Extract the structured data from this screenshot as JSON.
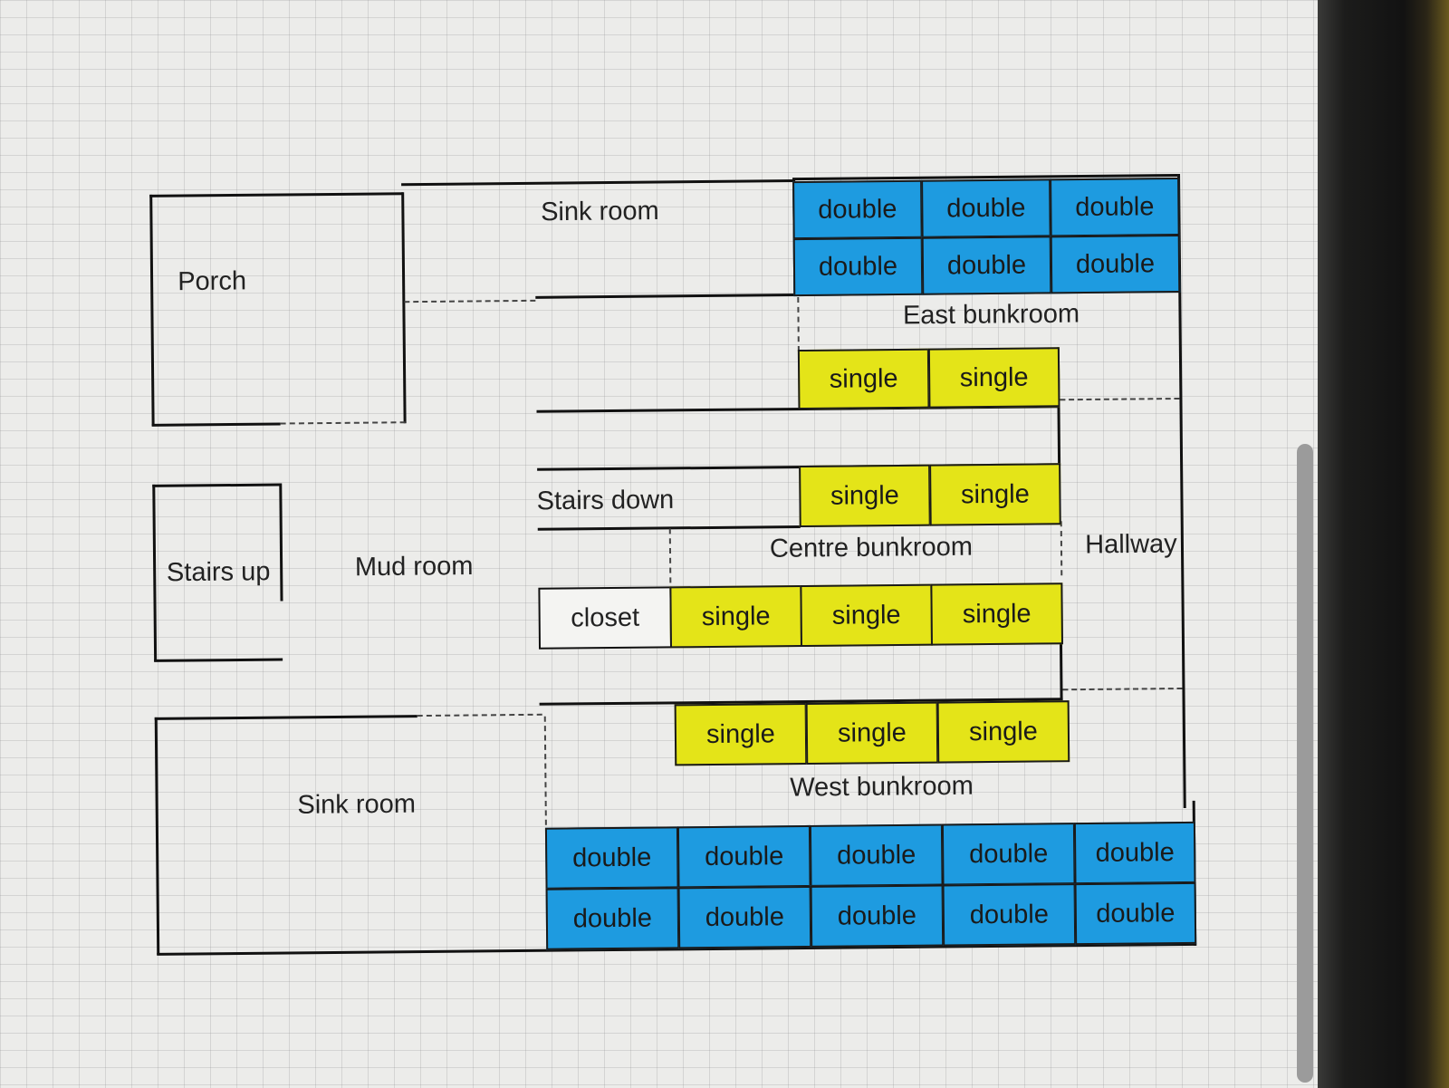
{
  "rooms": {
    "porch": "Porch",
    "sink_room_north": "Sink room",
    "east_bunkroom": "East bunkroom",
    "stairs_down": "Stairs down",
    "stairs_up": "Stairs up",
    "mud_room": "Mud room",
    "centre_bunkroom": "Centre bunkroom",
    "hallway": "Hallway",
    "closet": "closet",
    "sink_room_south": "Sink room",
    "west_bunkroom": "West bunkroom"
  },
  "beds": {
    "double_label": "double",
    "single_label": "single",
    "east_doubles": [
      "double",
      "double",
      "double",
      "double",
      "double",
      "double"
    ],
    "east_singles": [
      "single",
      "single"
    ],
    "centre_singles_top": [
      "single",
      "single"
    ],
    "centre_singles_bottom": [
      "single",
      "single",
      "single"
    ],
    "west_singles": [
      "single",
      "single",
      "single"
    ],
    "west_doubles": [
      "double",
      "double",
      "double",
      "double",
      "double",
      "double",
      "double",
      "double",
      "double",
      "double"
    ]
  },
  "colors": {
    "double_bed": "#1e9be0",
    "single_bed": "#e4e418"
  }
}
